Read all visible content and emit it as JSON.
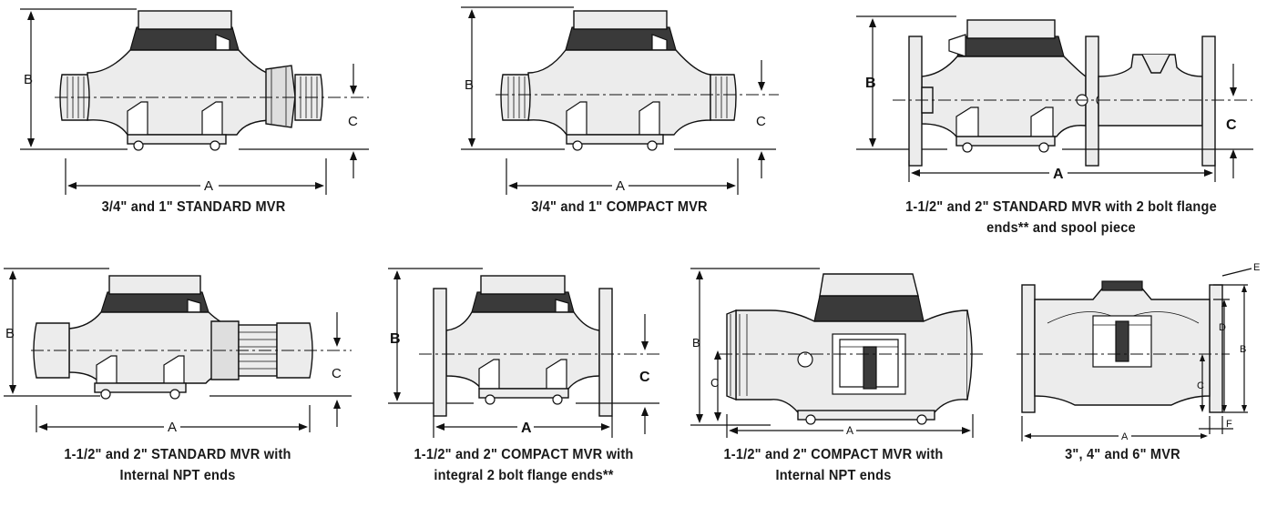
{
  "figures": [
    {
      "id": "fig1",
      "caption_lines": [
        "3/4\" and 1\" STANDARD MVR"
      ],
      "labels": {
        "A": "A",
        "B": "B",
        "C": "C"
      }
    },
    {
      "id": "fig2",
      "caption_lines": [
        "3/4\" and 1\" COMPACT MVR"
      ],
      "labels": {
        "A": "A",
        "B": "B",
        "C": "C"
      }
    },
    {
      "id": "fig3",
      "caption_lines": [
        "1-1/2\" and 2\" STANDARD MVR with 2 bolt flange",
        "ends** and spool piece"
      ],
      "labels": {
        "A": "A",
        "B": "B",
        "C": "C"
      }
    },
    {
      "id": "fig4",
      "caption_lines": [
        "1-1/2\" and 2\" STANDARD MVR with",
        "Internal NPT ends"
      ],
      "labels": {
        "A": "A",
        "B": "B",
        "C": "C"
      }
    },
    {
      "id": "fig5",
      "caption_lines": [
        "1-1/2\" and 2\" COMPACT MVR with",
        "integral 2 bolt flange ends**"
      ],
      "labels": {
        "A": "A",
        "B": "B",
        "C": "C"
      }
    },
    {
      "id": "fig6",
      "caption_lines": [
        "1-1/2\" and 2\" COMPACT MVR with",
        "Internal NPT ends"
      ],
      "labels": {
        "A": "A",
        "B": "B",
        "C": "C"
      }
    },
    {
      "id": "fig7",
      "caption_lines": [
        "3\", 4\" and 6\" MVR"
      ],
      "labels": {
        "A": "A",
        "B": "B",
        "C": "C",
        "D": "D",
        "E": "E",
        "F": "F"
      }
    }
  ]
}
